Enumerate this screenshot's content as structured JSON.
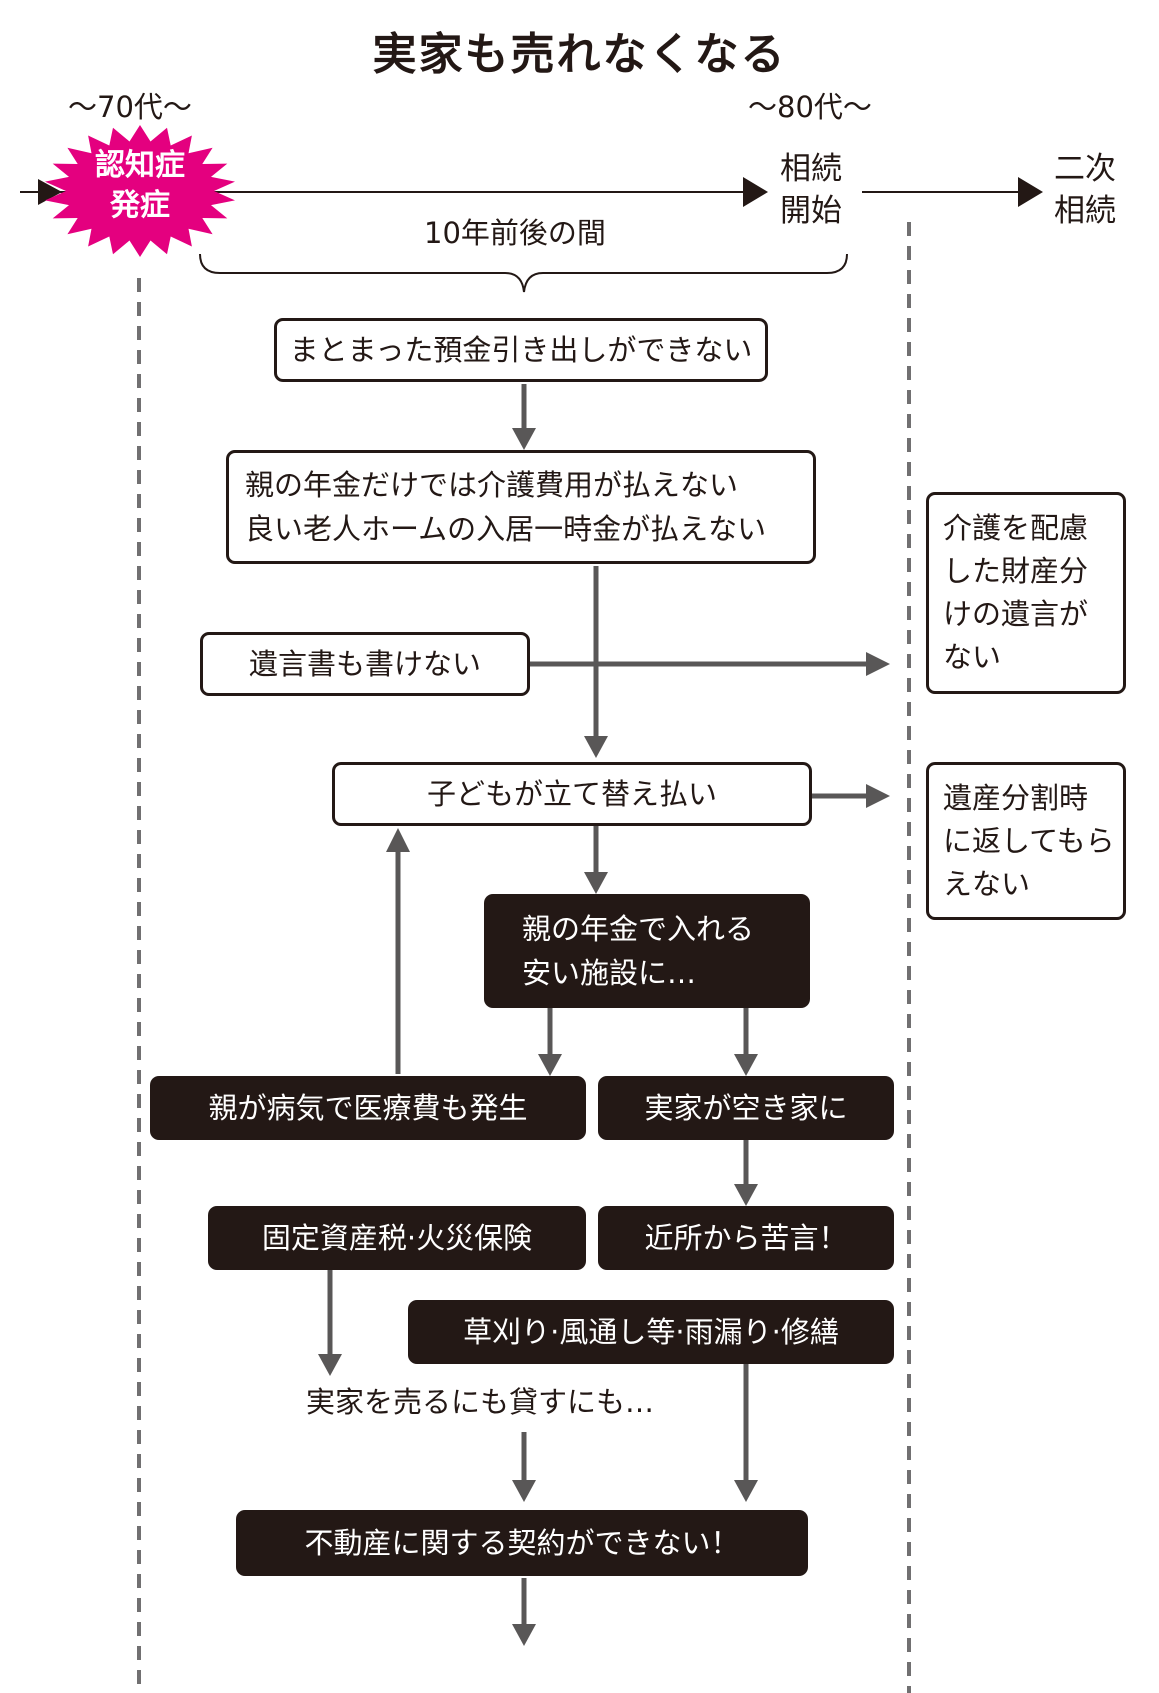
{
  "title": "実家も売れなくなる",
  "timeline": {
    "age_70s": "〜70代〜",
    "age_80s": "〜80代〜",
    "start_event": [
      "認知症",
      "発症"
    ],
    "inheritance_start": [
      "相続",
      "開始"
    ],
    "secondary_inheritance": [
      "二次",
      "相続"
    ],
    "period_label": "10年前後の間"
  },
  "flow": {
    "withdraw": "まとまった預金引き出しができない",
    "pension_lines": [
      "親の年金だけでは介護費用が払えない",
      "良い老人ホームの入居一時金が払えない"
    ],
    "will": "遺言書も書けない",
    "child_pays": "子どもが立て替え払い",
    "cheap_facility": [
      "親の年金で入れる",
      "安い施設に…"
    ],
    "illness": "親が病気で医療費も発生",
    "vacant": "実家が空き家に",
    "taxes": "固定資産税·火災保険",
    "complaints": "近所から苦言！",
    "maintenance": "草刈り·風通し等·雨漏り·修繕",
    "sell_rent": "実家を売るにも貸すにも…",
    "cannot_contract": "不動産に関する契約ができない！"
  },
  "side_notes": {
    "will_note": [
      "介護を配慮",
      "した財産分",
      "けの遺言が",
      "ない"
    ],
    "repay_note": [
      "遺産分割時",
      "に返してもら",
      "えない"
    ]
  },
  "colors": {
    "accent_burst": "#e4007f",
    "ink": "#231815",
    "arrow_gray": "#595757",
    "dashed_gray": "#717071"
  }
}
